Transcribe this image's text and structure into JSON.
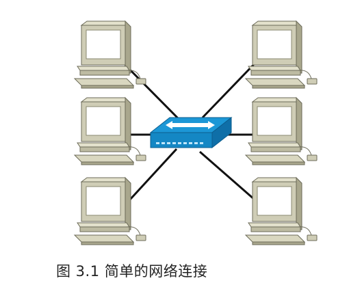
{
  "figure": {
    "caption": "图 3.1 简单的网络连接"
  },
  "diagram": {
    "nodes": [
      {
        "id": "switch",
        "kind": "switch-icon"
      },
      {
        "id": "pc-left-top",
        "kind": "desktop-computer-icon"
      },
      {
        "id": "pc-left-middle",
        "kind": "desktop-computer-icon"
      },
      {
        "id": "pc-left-bottom",
        "kind": "desktop-computer-icon"
      },
      {
        "id": "pc-right-top",
        "kind": "desktop-computer-icon"
      },
      {
        "id": "pc-right-middle",
        "kind": "desktop-computer-icon"
      },
      {
        "id": "pc-right-bottom",
        "kind": "desktop-computer-icon"
      }
    ],
    "edges": [
      {
        "from": "switch",
        "to": "pc-left-top"
      },
      {
        "from": "switch",
        "to": "pc-left-middle"
      },
      {
        "from": "switch",
        "to": "pc-left-bottom"
      },
      {
        "from": "switch",
        "to": "pc-right-top"
      },
      {
        "from": "switch",
        "to": "pc-right-middle"
      },
      {
        "from": "switch",
        "to": "pc-right-bottom"
      }
    ]
  },
  "colors": {
    "computer_body": "#cfcdb6",
    "computer_shade": "#a9a78d",
    "computer_outline": "#6b6a58",
    "screen": "#ffffff",
    "switch_top": "#1c97d6",
    "switch_side": "#0f6fa8",
    "cable": "#111111"
  }
}
